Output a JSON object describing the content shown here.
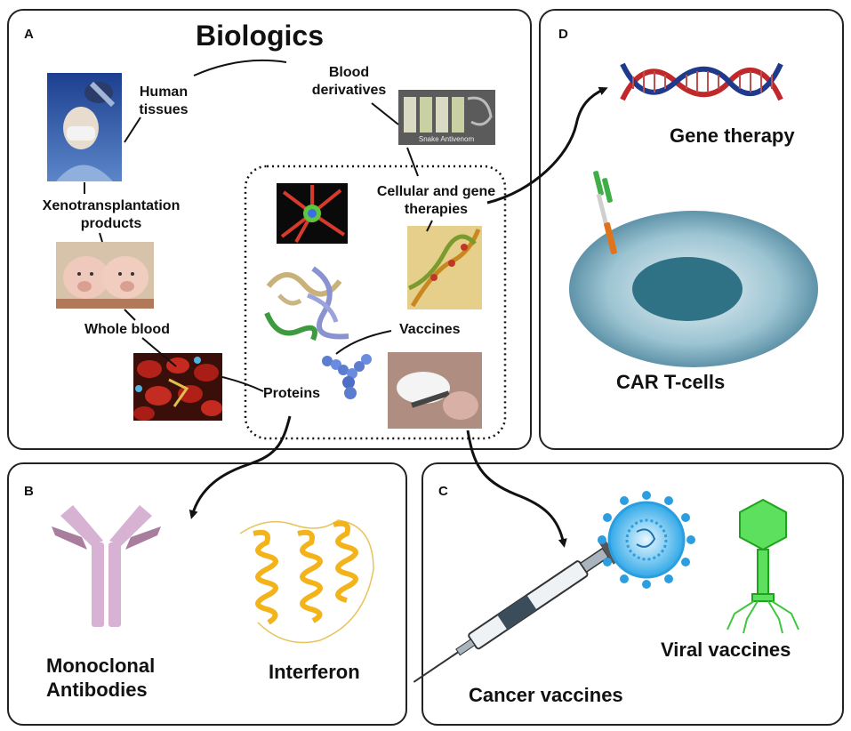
{
  "panelA": {
    "letter": "A",
    "title": "Biologics",
    "labels": {
      "human_tissues": "Human tissues",
      "blood_derivatives": "Blood derivatives",
      "xenotransplantation": "Xenotransplantation products",
      "whole_blood": "Whole blood",
      "cellular_gene": "Cellular and gene therapies",
      "vaccines": "Vaccines",
      "proteins": "Proteins"
    },
    "antivenom_text": "Snake Antivenom"
  },
  "panelB": {
    "letter": "B",
    "labels": {
      "monoclonal": "Monoclonal Antibodies",
      "interferon": "Interferon"
    }
  },
  "panelC": {
    "letter": "C",
    "labels": {
      "cancer_vaccines": "Cancer vaccines",
      "viral_vaccines": "Viral vaccines"
    }
  },
  "panelD": {
    "letter": "D",
    "labels": {
      "gene_therapy": "Gene therapy",
      "car_tcells": "CAR T-cells"
    }
  }
}
